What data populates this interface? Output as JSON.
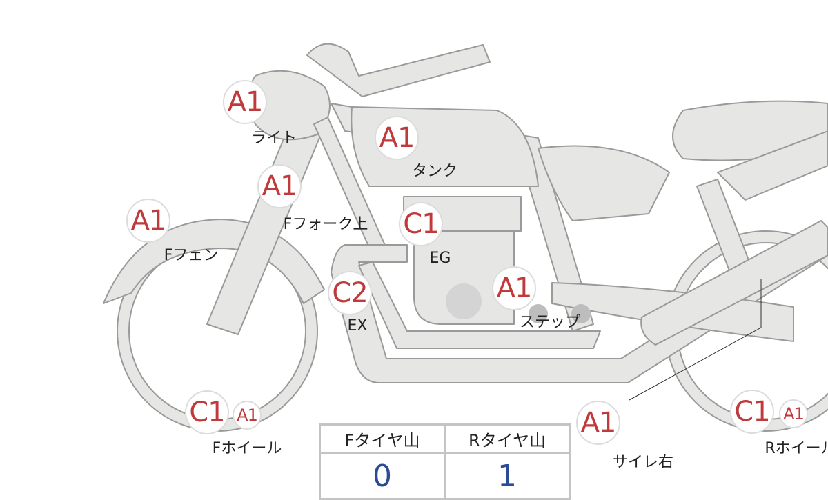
{
  "marks": [
    {
      "id": "light",
      "grade": "A1",
      "label": "ライト"
    },
    {
      "id": "tank",
      "grade": "A1",
      "label": "タンク"
    },
    {
      "id": "ffork",
      "grade": "A1",
      "label": "Fフォーク上"
    },
    {
      "id": "ffender",
      "grade": "A1",
      "label": "Fフェン"
    },
    {
      "id": "engine",
      "grade": "C1",
      "label": "EG"
    },
    {
      "id": "exhaust",
      "grade": "C2",
      "label": "EX"
    },
    {
      "id": "step",
      "grade": "A1",
      "label": "ステップ"
    },
    {
      "id": "fwheel",
      "grade": "C1",
      "grade2": "A1",
      "label": "Fホイール"
    },
    {
      "id": "muffler",
      "grade": "A1",
      "label": "サイレ右"
    },
    {
      "id": "rwheel",
      "grade": "C1",
      "grade2": "A1",
      "label": "Rホイール"
    }
  ],
  "tire_table": {
    "headers": [
      "Fタイヤ山",
      "Rタイヤ山"
    ],
    "values": [
      "0",
      "1"
    ]
  },
  "colors": {
    "grade": "#c0393b",
    "value": "#2b4b95",
    "body": "#e6e6e4",
    "outline": "#9a9a9a"
  }
}
